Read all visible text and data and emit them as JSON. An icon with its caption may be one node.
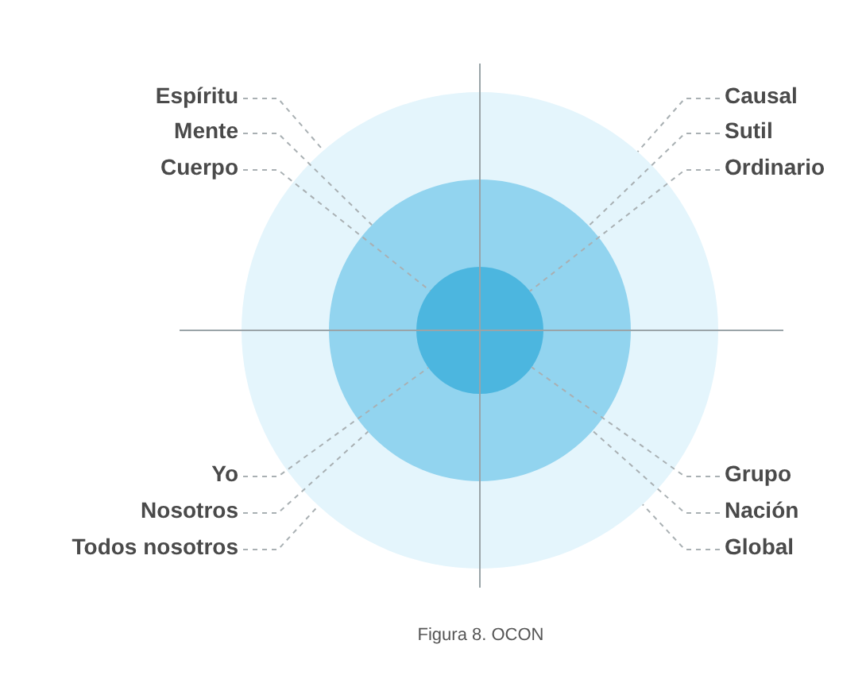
{
  "diagram": {
    "caption": "Figura 8. OCON",
    "nodes": [
      {
        "text": [
          "Espíritu"
        ]
      },
      {
        "text": [
          "Causal"
        ]
      },
      {
        "text": [
          "Mente"
        ]
      },
      {
        "text": [
          "Sutil"
        ]
      },
      {
        "text": [
          "Cuerpo"
        ]
      },
      {
        "text": [
          "Ordinario"
        ]
      },
      {
        "text": [
          "Yo"
        ]
      },
      {
        "text": [
          "Grupo"
        ]
      },
      {
        "text": [
          "Nosotros"
        ]
      },
      {
        "text": [
          "Nación"
        ]
      },
      {
        "text": [
          "Todos nosotros"
        ]
      },
      {
        "text": [
          "Global"
        ]
      },
      {
        "text": [],
        "shape": "circle"
      },
      {
        "text": [],
        "shape": "circle",
        "in": 12
      },
      {
        "text": [],
        "shape": "circle",
        "in": 13
      }
    ],
    "edges": [
      {
        "from": 0,
        "to": 12,
        "arrow": "none",
        "style": "dashed"
      },
      {
        "from": 1,
        "to": 12,
        "arrow": "none",
        "style": "dashed"
      },
      {
        "from": 2,
        "to": 13,
        "arrow": "none",
        "style": "dashed"
      },
      {
        "from": 3,
        "to": 13,
        "arrow": "none",
        "style": "dashed"
      },
      {
        "from": 4,
        "to": 14,
        "arrow": "none",
        "style": "dashed"
      },
      {
        "from": 5,
        "to": 14,
        "arrow": "none",
        "style": "dashed"
      },
      {
        "from": 6,
        "to": 14,
        "arrow": "none",
        "style": "dashed"
      },
      {
        "from": 7,
        "to": 14,
        "arrow": "none",
        "style": "dashed"
      },
      {
        "from": 8,
        "to": 13,
        "arrow": "none",
        "style": "dashed"
      },
      {
        "from": 9,
        "to": 13,
        "arrow": "none",
        "style": "dashed"
      },
      {
        "from": 10,
        "to": 12,
        "arrow": "none",
        "style": "dashed"
      },
      {
        "from": 11,
        "to": 12,
        "arrow": "none",
        "style": "dashed"
      }
    ]
  }
}
